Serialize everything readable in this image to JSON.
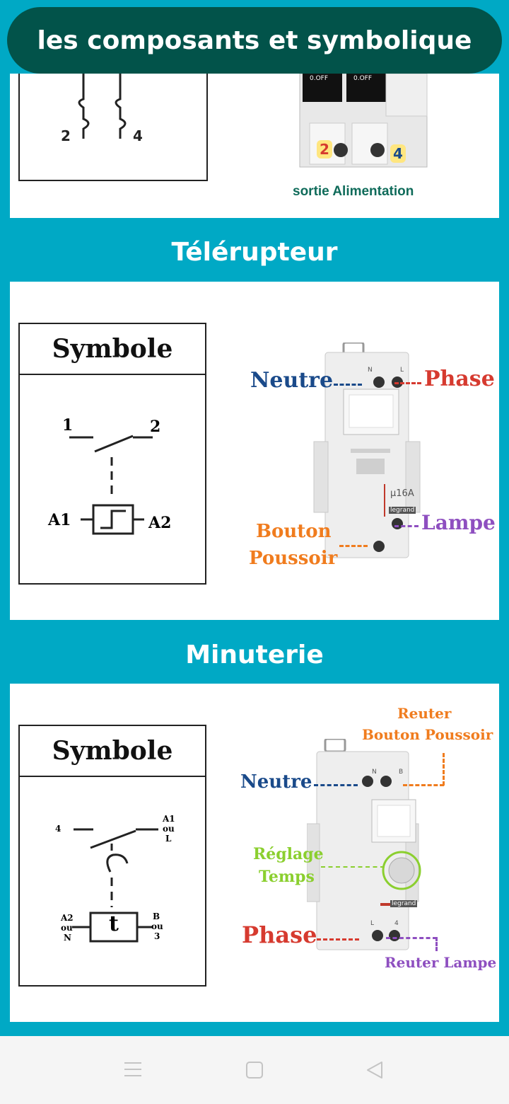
{
  "header": {
    "title": "les composants et symbolique"
  },
  "card1": {
    "terminal_a": "2",
    "terminal_b": "4",
    "badge_a": "2",
    "badge_b": "4",
    "caption": "sortie Alimentation",
    "breaker_text_a": "0.OFF",
    "breaker_text_b": "0.OFF"
  },
  "sections": {
    "telerupteur": "Télérupteur",
    "minuterie": "Minuterie"
  },
  "telerupteur": {
    "symbol_title": "Symbole",
    "contact_1": "1",
    "contact_2": "2",
    "coil_a1": "A1",
    "coil_a2": "A2",
    "neutre": "Neutre",
    "phase": "Phase",
    "lampe": "Lampe",
    "bouton_line1": "Bouton",
    "bouton_line2": "Poussoir",
    "device_rating": "µ16A",
    "device_brand": "legrand",
    "term_n": "N",
    "term_l": "L"
  },
  "minuterie": {
    "symbol_title": "Symbole",
    "contact_4": "4",
    "a1_line1": "A1",
    "a1_line2": "ou",
    "a1_line3": "L",
    "a2_line1": "A2",
    "a2_line2": "ou",
    "a2_line3": "N",
    "b_line1": "B",
    "b_line2": "ou",
    "b_line3": "3",
    "timer_symbol": "t",
    "reuter_bp_line1": "Reuter",
    "reuter_bp_line2": "Bouton Poussoir",
    "neutre": "Neutre",
    "reglage_line1": "Réglage",
    "reglage_line2": "Temps",
    "phase": "Phase",
    "reuter_lampe": "Reuter Lampe",
    "device_brand": "legrand",
    "term_n": "N",
    "term_b": "B",
    "term_l": "L",
    "term_4": "4"
  },
  "colors": {
    "background": "#00a9c5",
    "header": "#02534a",
    "neutre": "#1a4a8a",
    "phase": "#d63a2f",
    "orange": "#f07c1e",
    "violet": "#8e4fc0",
    "green": "#8bcf2f",
    "caption": "#0f6b5a"
  },
  "nav": {
    "menu_icon": "menu-icon",
    "home_icon": "square-home-icon",
    "back_icon": "triangle-back-icon"
  }
}
